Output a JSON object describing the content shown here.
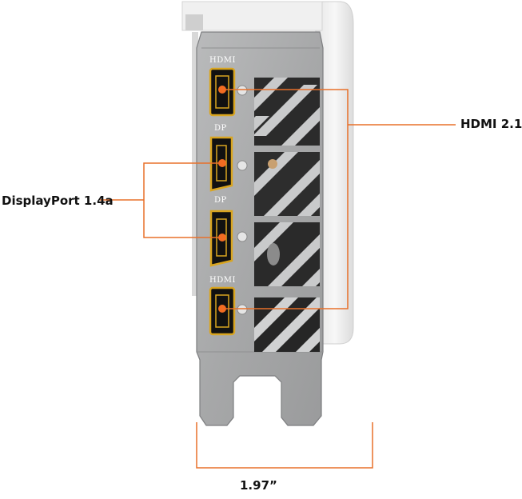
{
  "callouts": {
    "hdmi_version": "HDMI 2.1",
    "displayport_version": "DisplayPort 1.4a",
    "bracket_width": "1.97”"
  },
  "port_labels": {
    "top_hdmi": "HDMI",
    "dp_1": "DP",
    "dp_2": "DP",
    "bottom_hdmi": "HDMI"
  },
  "colors": {
    "callout_line": "#e8702a",
    "port_marker": "#f26c22",
    "port_gold": "#d9a520",
    "bracket_metal": "#a9aaab",
    "shroud_white": "#f2f2f2"
  }
}
